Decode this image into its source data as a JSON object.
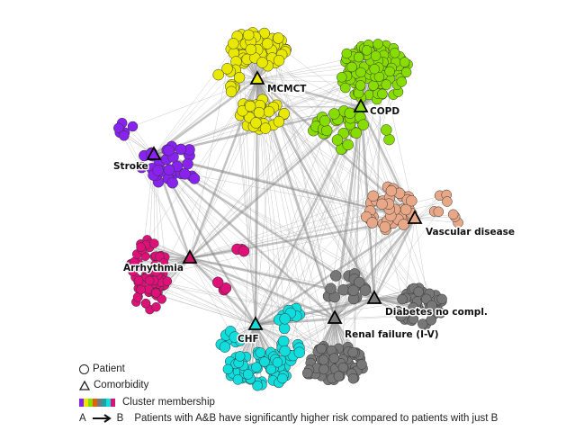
{
  "comorbidities": [
    {
      "id": "mcmct",
      "label": "MCMCT",
      "cluster": "yellow"
    },
    {
      "id": "copd",
      "label": "COPD",
      "cluster": "green"
    },
    {
      "id": "stroke",
      "label": "Stroke",
      "cluster": "purple"
    },
    {
      "id": "vascular",
      "label": "Vascular disease",
      "cluster": "salmon"
    },
    {
      "id": "arrhythmia",
      "label": "Arrhythmia",
      "cluster": "magenta"
    },
    {
      "id": "diabetes",
      "label": "Diabetes no compl.",
      "cluster": "gray"
    },
    {
      "id": "chf",
      "label": "CHF",
      "cluster": "cyan"
    },
    {
      "id": "renal",
      "label": "Renal failure (I-V)",
      "cluster": "gray"
    }
  ],
  "colors": {
    "yellow": "#e8e800",
    "green": "#88dd00",
    "purple": "#8822ee",
    "salmon": "#e8a888",
    "magenta": "#dd1177",
    "gray": "#777777",
    "cyan": "#11dddd",
    "edge": "#a0a0a0",
    "triangle_magenta": "#cc1166"
  },
  "legend": {
    "patient": "Patient",
    "comorbidity": "Comorbidity",
    "cluster": "Cluster membership",
    "cluster_colors": [
      "#8822ee",
      "#e8e800",
      "#88dd00",
      "#e06010",
      "#777777",
      "#20a0a0",
      "#11dddd",
      "#dd1177"
    ],
    "arrow_a": "A",
    "arrow_b": "B",
    "arrow_desc": "Patients with A&B have significantly higher risk compared to patients with just B"
  }
}
